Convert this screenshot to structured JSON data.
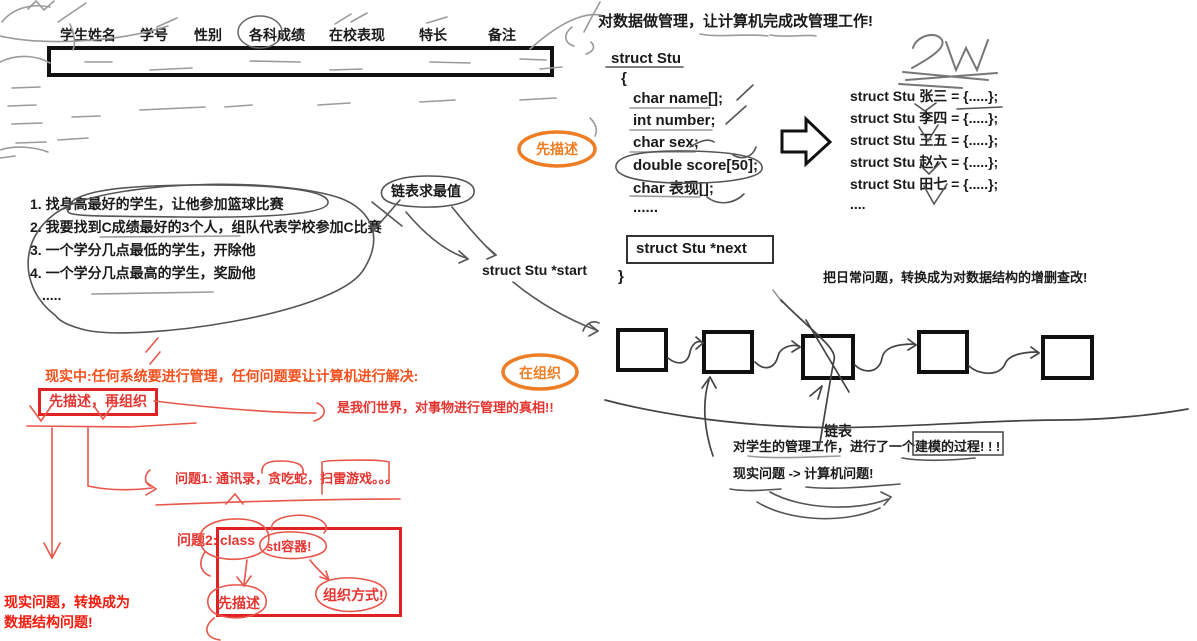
{
  "colors": {
    "orange": "#ee7d23",
    "red": "#e53531",
    "vermilion": "#f4511e",
    "bright_red": "#f21b0d",
    "ink": "#1a1a1a"
  },
  "table": {
    "headers": [
      "学生姓名",
      "学号",
      "性别",
      "各科成绩",
      "在校表现",
      "特长",
      "备注"
    ]
  },
  "top_note": {
    "title": "对数据做管理，让计算机完成改管理工作!"
  },
  "struct_def": {
    "heading": "struct Stu",
    "open_brace": "{",
    "fields": [
      "char name[];",
      "int number;",
      "char sex;",
      "double score[50];",
      "char 表现[];",
      "......"
    ],
    "next_field": "struct Stu *next",
    "close_brace": "}"
  },
  "instances": {
    "handwriting": "2W",
    "lines": [
      "struct Stu 张三 = {.....};",
      "struct Stu 李四 = {.....};",
      "struct Stu 王五 = {.....};",
      "struct Stu 赵六 = {.....};",
      "struct Stu 田七 = {.....};"
    ],
    "more": "...."
  },
  "problems": {
    "items": [
      "1. 找身高最好的学生，让他参加篮球比赛",
      "2. 我要找到C成绩最好的3个人，组队代表学校参加C比赛",
      "3. 一个学分几点最低的学生，开除他",
      "4. 一个学分几点最高的学生，奖励他"
    ],
    "more": "....."
  },
  "stage_labels": {
    "describe": "先描述",
    "organize": "在组织"
  },
  "pointers": {
    "list_max": "链表求最值",
    "start": "struct Stu *start"
  },
  "crud_note": "把日常问题，转换成为对数据结构的增删查改!",
  "linked_list_label": "链表",
  "modeling": {
    "line1": "对学生的管理工作，进行了一个建模的过程! ! !",
    "line2": "现实问题 -> 计算机问题!"
  },
  "red_notes": {
    "reality": "现实中:任何系统要进行管理，任何问题要让计算机进行解决:",
    "principle": "先描述，再组织",
    "truth": "是我们世界，对事物进行管理的真相!!",
    "q1": "问题1: 通讯录，贪吃蛇，扫雷游戏。。。",
    "q2_label": "问题2:",
    "q2_class": "class",
    "q2_stl": "stl容器!",
    "q2_describe": "先描述",
    "q2_organize": "组织方式!",
    "bottom1": "现实问题，转换成为",
    "bottom2": "数据结构问题!"
  }
}
